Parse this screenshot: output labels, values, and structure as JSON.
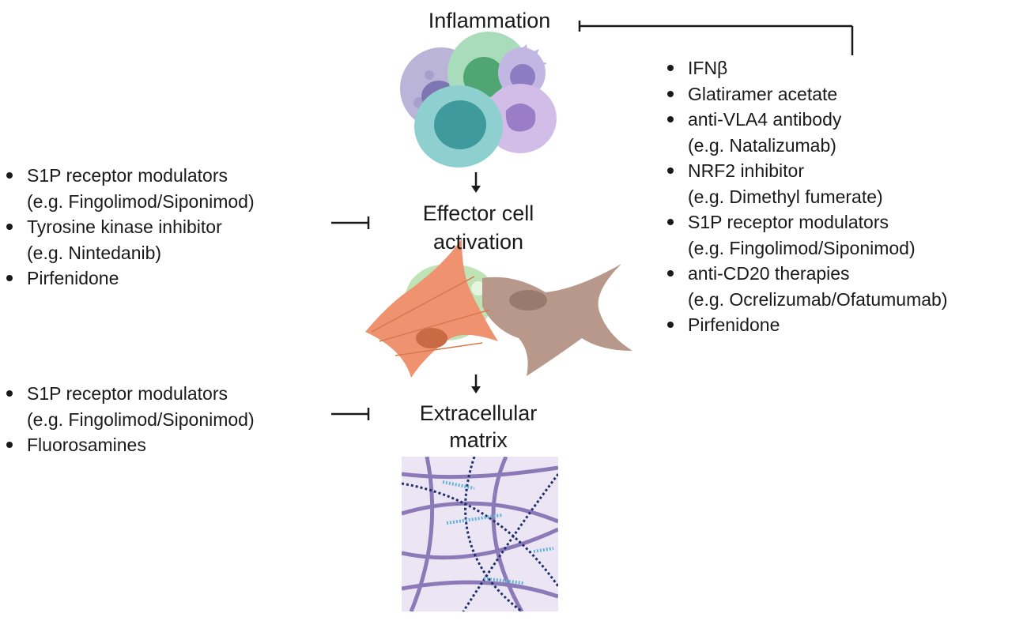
{
  "stages": {
    "inflammation": "Inflammation",
    "effector_line1": "Effector cell",
    "effector_line2": "activation",
    "ecm_line1": "Extracellular",
    "ecm_line2": "matrix"
  },
  "right_list": [
    {
      "main": "IFNβ",
      "sub": ""
    },
    {
      "main": "Glatiramer acetate",
      "sub": ""
    },
    {
      "main": "anti-VLA4 antibody",
      "sub": "(e.g. Natalizumab)"
    },
    {
      "main": "NRF2 inhibitor",
      "sub": "(e.g. Dimethyl fumerate)"
    },
    {
      "main": "S1P receptor modulators",
      "sub": "(e.g. Fingolimod/Siponimod)"
    },
    {
      "main": "anti-CD20 therapies",
      "sub": "(e.g. Ocrelizumab/Ofatumumab)"
    },
    {
      "main": "Pirfenidone",
      "sub": ""
    }
  ],
  "left_top_list": [
    {
      "main": "S1P receptor modulators",
      "sub": "(e.g. Fingolimod/Siponimod)"
    },
    {
      "main": "Tyrosine kinase inhibitor",
      "sub": "(e.g. Nintedanib)"
    },
    {
      "main": "Pirfenidone",
      "sub": ""
    }
  ],
  "left_bottom_list": [
    {
      "main": "S1P receptor modulators",
      "sub": "(e.g. Fingolimod/Siponimod)"
    },
    {
      "main": "Fluorosamines",
      "sub": ""
    }
  ],
  "colors": {
    "immune_purple": "#b9a9da",
    "immune_green": "#6fbf8a",
    "immune_teal": "#57a9a8",
    "fibroblast_orange": "#ee8f68",
    "fibroblast_tan": "#b8988a",
    "matrix_bg": "#ece6f4",
    "matrix_dark": "#1f2f6b",
    "matrix_purple": "#8c79b8",
    "matrix_cyan": "#63b3d6"
  }
}
